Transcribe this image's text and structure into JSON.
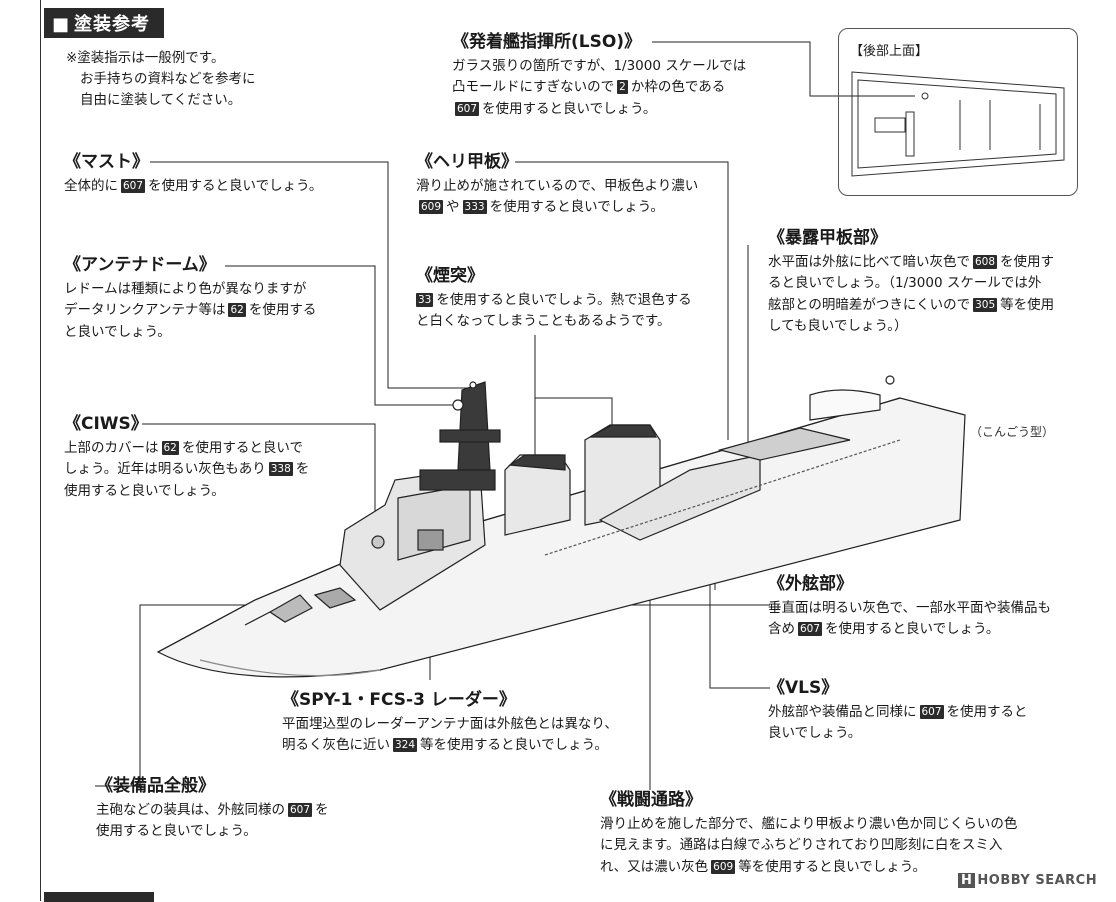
{
  "header": {
    "title": "塗装参考"
  },
  "note": {
    "lines": [
      "※塗装指示は一般例です。",
      "お手持ちの資料などを参考に",
      "自由に塗装してください。"
    ]
  },
  "inset": {
    "label": "【後部上面】"
  },
  "ship_type": "（こんごう型）",
  "watermark": {
    "mark": "H",
    "text": "HOBBY SEARCH"
  },
  "sections": {
    "lso": {
      "title": "《発着艦指揮所(LSO)》",
      "l1": "ガラス張りの箇所ですが、1/3000 スケールでは",
      "l2a": "凸モールドにすぎないので",
      "c1": "2",
      "l2b": "か枠の色である",
      "c2": "607",
      "l3b": "を使用すると良いでしょう。"
    },
    "mast": {
      "title": "《マスト》",
      "l1a": "全体的に",
      "c1": "607",
      "l1b": "を使用すると良いでしょう。"
    },
    "heli": {
      "title": "《ヘリ甲板》",
      "l1": "滑り止めが施されているので、甲板色より濃い",
      "c1": "609",
      "l2a": "や",
      "c2": "333",
      "l2b": "を使用すると良いでしょう。"
    },
    "exposed": {
      "title": "《暴露甲板部》",
      "l1a": "水平面は外舷に比べて暗い灰色で",
      "c1": "608",
      "l1b": "を使用す",
      "l2": "ると良いでしょう。（1/3000 スケールでは外",
      "l3a": "舷部との明暗差がつきにくいので",
      "c2": "305",
      "l3b": "等を使用",
      "l4": "しても良いでしょう。）"
    },
    "dome": {
      "title": "《アンテナドーム》",
      "l1": "レドームは種類により色が異なりますが",
      "l2a": "データリンクアンテナ等は",
      "c1": "62",
      "l2b": "を使用する",
      "l3": "と良いでしょう。"
    },
    "funnel": {
      "title": "《煙突》",
      "c1": "33",
      "l1b": "を使用すると良いでしょう。熱で退色する",
      "l2": "と白くなってしまうこともあるようです。"
    },
    "ciws": {
      "title": "《CIWS》",
      "l1a": "上部のカバーは",
      "c1": "62",
      "l1b": "を使用すると良いで",
      "l2a": "しょう。近年は明るい灰色もあり",
      "c2": "338",
      "l2b": "を",
      "l3": "使用すると良いでしょう。"
    },
    "hull": {
      "title": "《外舷部》",
      "l1": "垂直面は明るい灰色で、一部水平面や装備品も",
      "l2a": "含め",
      "c1": "607",
      "l2b": "を使用すると良いでしょう。"
    },
    "vls": {
      "title": "《VLS》",
      "l1a": "外舷部や装備品と同様に",
      "c1": "607",
      "l1b": "を使用すると",
      "l2": "良いでしょう。"
    },
    "spy": {
      "title": "《SPY-1・FCS-3 レーダー》",
      "l1": "平面埋込型のレーダーアンテナ面は外舷色とは異なり、",
      "l2a": "明るく灰色に近い",
      "c1": "324",
      "l2b": "等を使用すると良いでしょう。"
    },
    "equip": {
      "title": "《装備品全般》",
      "l1a": "主砲などの装具は、外舷同様の",
      "c1": "607",
      "l1b": "を",
      "l2": "使用すると良いでしょう。"
    },
    "walkway": {
      "title": "《戦闘通路》",
      "l1": "滑り止めを施した部分で、艦により甲板より濃い色か同じくらいの色",
      "l2": "に見えます。通路は白線でふちどりされており凹彫刻に白をスミ入",
      "l3a": "れ、又は濃い灰色",
      "c1": "609",
      "l3b": "等を使用すると良いでしょう。"
    }
  }
}
